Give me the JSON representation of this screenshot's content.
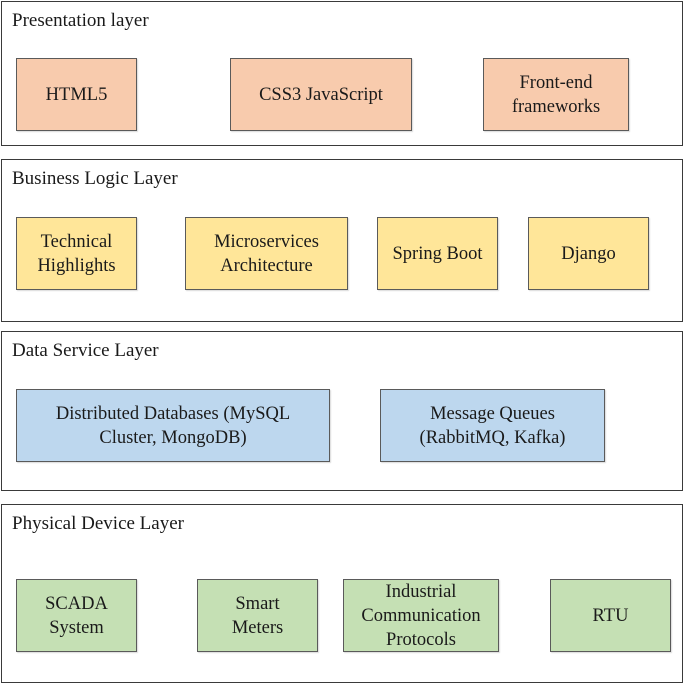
{
  "layers": [
    {
      "title": "Presentation layer",
      "color": "#f8cbad",
      "items": [
        "HTML5",
        "CSS3 JavaScript",
        "Front-end\nframeworks"
      ]
    },
    {
      "title": "Business Logic Layer",
      "color": "#ffe699",
      "items": [
        "Technical\nHighlights",
        "Microservices\nArchitecture",
        "Spring Boot",
        "Django"
      ]
    },
    {
      "title": "Data Service Layer",
      "color": "#bdd7ee",
      "items": [
        "Distributed Databases (MySQL\nCluster, MongoDB)",
        "Message Queues\n(RabbitMQ, Kafka)"
      ]
    },
    {
      "title": "Physical Device Layer",
      "color": "#c5e0b4",
      "items": [
        "SCADA\nSystem",
        "Smart\nMeters",
        "Industrial\nCommunication\nProtocols",
        "RTU"
      ]
    }
  ]
}
